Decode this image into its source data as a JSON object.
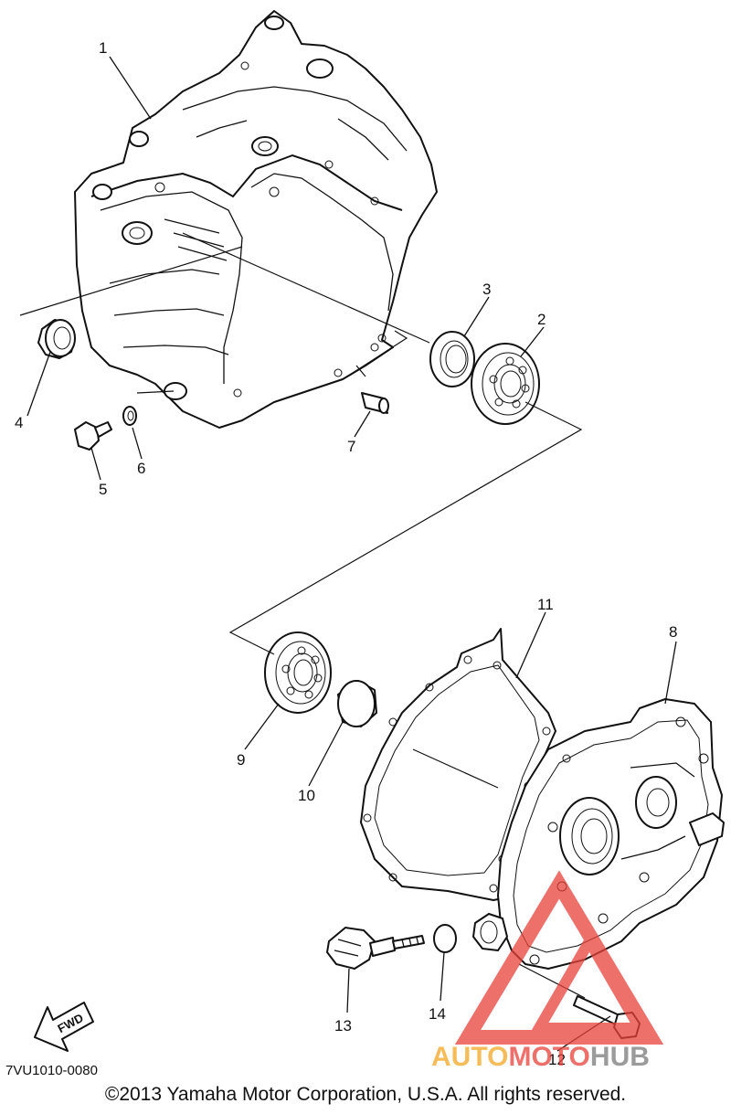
{
  "catalog_code": "7VU1010-0080",
  "copyright": "©2013 Yamaha Motor Corporation, U.S.A. All rights reserved.",
  "fwd_badge": "FWD",
  "parts": [
    {
      "number": "1",
      "shape": "crankcase"
    },
    {
      "number": "2",
      "shape": "bearing"
    },
    {
      "number": "3",
      "shape": "oil-seal"
    },
    {
      "number": "4",
      "shape": "oil-seal"
    },
    {
      "number": "5",
      "shape": "bolt"
    },
    {
      "number": "6",
      "shape": "gasket-washer"
    },
    {
      "number": "7",
      "shape": "dowel-pin"
    },
    {
      "number": "8",
      "shape": "crankcase-cover"
    },
    {
      "number": "9",
      "shape": "bearing"
    },
    {
      "number": "10",
      "shape": "plug"
    },
    {
      "number": "11",
      "shape": "gasket"
    },
    {
      "number": "12",
      "shape": "bolt"
    },
    {
      "number": "13",
      "shape": "dipstick"
    },
    {
      "number": "14",
      "shape": "o-ring"
    }
  ],
  "watermark": {
    "brand_part1": "AUTO",
    "brand_part2": "MOTO",
    "brand_part3": "HUB",
    "color_red": "#e8413a",
    "color_orange": "#f5a623",
    "color_gray": "#7a7a7a"
  }
}
